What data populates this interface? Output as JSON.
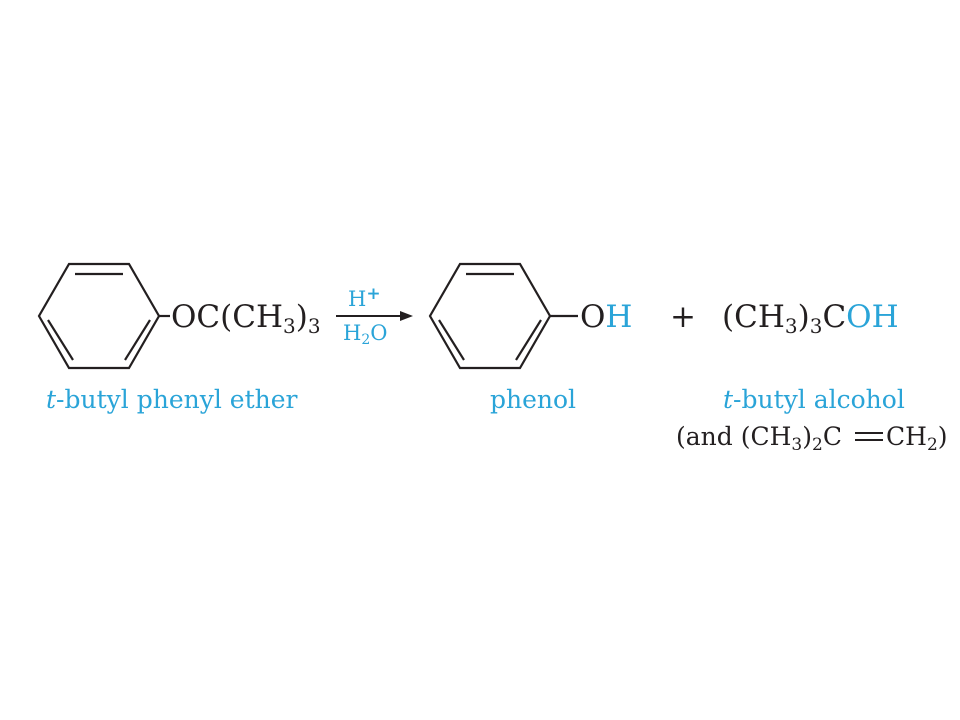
{
  "reactant": {
    "substituent": "OC(CH",
    "sub3": "3",
    "close": ")",
    "sub_n": "3",
    "name_prefix": "t",
    "name_rest": "-butyl phenyl ether"
  },
  "conditions": {
    "above": "H",
    "above_charge": "+",
    "below_h": "H",
    "below_sub": "2",
    "below_o": "O"
  },
  "product1": {
    "o": "O",
    "h": "H",
    "name": "phenol"
  },
  "plus": "+",
  "product2": {
    "open": "(CH",
    "sub3": "3",
    "mid": ")",
    "sub_n": "3",
    "c": "C",
    "oh": "OH",
    "name_prefix": "t",
    "name_rest": "-butyl alcohol",
    "note_a": "(and (CH",
    "note_sub3": "3",
    "note_b": ")",
    "note_sub2": "2",
    "note_c": "C",
    "note_d": "CH",
    "note_sub2b": "2",
    "note_e": ")"
  },
  "colors": {
    "highlight": "#2aa4d8",
    "ink": "#231f20"
  }
}
